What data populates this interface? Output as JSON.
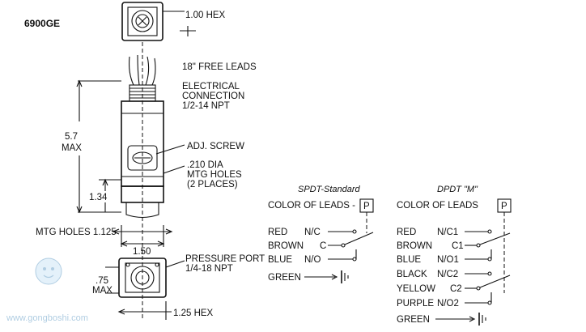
{
  "model": "6900GE",
  "callouts": {
    "hex_top": "1.00 HEX",
    "free_leads": "18\" FREE LEADS",
    "elec_conn_1": "ELECTRICAL",
    "elec_conn_2": "CONNECTION",
    "elec_conn_3": "1/2-14 NPT",
    "adj_screw": "ADJ. SCREW",
    "mtg_holes_1": ".210 DIA",
    "mtg_holes_2": "MTG HOLES",
    "mtg_holes_3": "(2 PLACES)",
    "pressure_port_1": "PRESSURE PORT",
    "pressure_port_2": "1/4-18 NPT",
    "hex_bottom": "1.25 HEX"
  },
  "dimensions": {
    "height_value": "5.7",
    "height_unit": "MAX",
    "lower_value": "1.34",
    "mtg_holes": "MTG HOLES 1.125",
    "width": "1.50",
    "bottom_value": ".75",
    "bottom_unit": "MAX"
  },
  "spdt": {
    "title": "SPDT-Standard",
    "header": "COLOR OF LEADS -",
    "symbol": "P",
    "rows": [
      {
        "color": "RED",
        "term": "N/C"
      },
      {
        "color": "BROWN",
        "term": "C"
      },
      {
        "color": "BLUE",
        "term": "N/O"
      },
      {
        "color": "GREEN",
        "term": ""
      }
    ]
  },
  "dpdt": {
    "title": "DPDT \"M\"",
    "header": "COLOR OF LEADS",
    "symbol": "P",
    "rows": [
      {
        "color": "RED",
        "term": "N/C1"
      },
      {
        "color": "BROWN",
        "term": "C1"
      },
      {
        "color": "BLUE",
        "term": "N/O1"
      },
      {
        "color": "BLACK",
        "term": "N/C2"
      },
      {
        "color": "YELLOW",
        "term": "C2"
      },
      {
        "color": "PURPLE",
        "term": "N/O2"
      },
      {
        "color": "GREEN",
        "term": ""
      }
    ]
  },
  "watermark": {
    "url": "www.gongboshi.com"
  }
}
